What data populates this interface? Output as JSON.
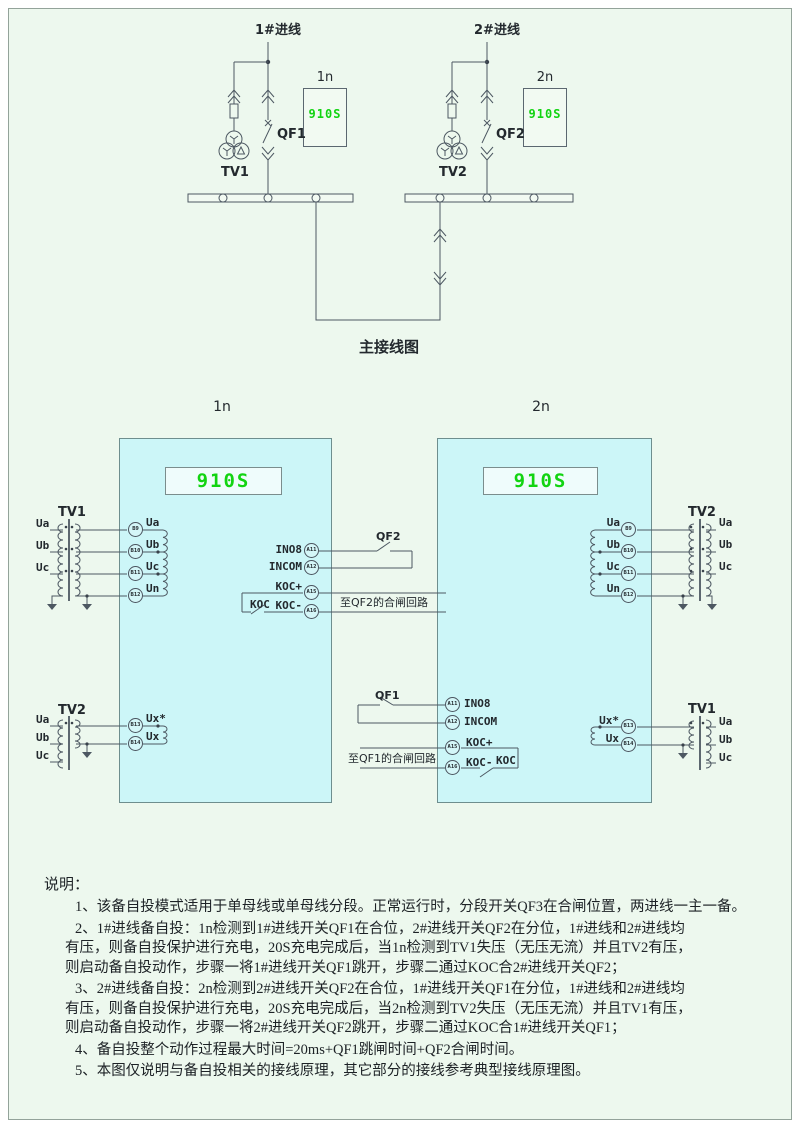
{
  "main": {
    "feeder1": "1#进线",
    "feeder2": "2#进线",
    "qf1": "QF1",
    "qf2": "QF2",
    "tv1": "TV1",
    "tv2": "TV2",
    "relay1": "1n",
    "relay2": "2n",
    "model": "910S",
    "title": "主接线图"
  },
  "left_device": {
    "name": "1n",
    "model": "910S",
    "tv_top": {
      "name": "TV1",
      "ua": "Ua",
      "ub": "Ub",
      "uc": "Uc"
    },
    "vt": [
      {
        "id": "B9",
        "ph": "Ua"
      },
      {
        "id": "B10",
        "ph": "Ub"
      },
      {
        "id": "B11",
        "ph": "Uc"
      },
      {
        "id": "B12",
        "ph": "Un"
      }
    ],
    "io": [
      {
        "id": "A11",
        "label": "INO8"
      },
      {
        "id": "A12",
        "label": "INCOM"
      },
      {
        "id": "A15",
        "label": "KOC+"
      },
      {
        "id": "A16",
        "label": "KOC-"
      }
    ],
    "koc": "KOC",
    "contact": "QF2",
    "note": "至QF2的合闸回路",
    "tv_bottom": {
      "name": "TV2",
      "ua": "Ua",
      "ub": "Ub",
      "uc": "Uc",
      "t1": {
        "id": "B13",
        "label": "Ux*"
      },
      "t2": {
        "id": "B14",
        "label": "Ux"
      }
    }
  },
  "right_device": {
    "name": "2n",
    "model": "910S",
    "tv_top": {
      "name": "TV2",
      "ua": "Ua",
      "ub": "Ub",
      "uc": "Uc"
    },
    "vt": [
      {
        "id": "B9",
        "ph": "Ua"
      },
      {
        "id": "B10",
        "ph": "Ub"
      },
      {
        "id": "B11",
        "ph": "Uc"
      },
      {
        "id": "B12",
        "ph": "Un"
      }
    ],
    "io": [
      {
        "id": "A11",
        "label": "INO8"
      },
      {
        "id": "A12",
        "label": "INCOM"
      },
      {
        "id": "A15",
        "label": "KOC+"
      },
      {
        "id": "A16",
        "label": "KOC-"
      }
    ],
    "koc": "KOC",
    "contact": "QF1",
    "note": "至QF1的合闸回路",
    "tv_bottom": {
      "name": "TV1",
      "ua": "Ua",
      "ub": "Ub",
      "uc": "Uc",
      "t1": {
        "id": "B13",
        "label": "Ux*"
      },
      "t2": {
        "id": "B14",
        "label": "Ux"
      }
    }
  },
  "notes": {
    "heading": "说明：",
    "items": [
      {
        "lines": [
          "1、该备自投模式适用于单母线或单母线分段。正常运行时，分段开关QF3在合闸位置，两进线一主一备。"
        ]
      },
      {
        "lines": [
          "2、1#进线备自投：1n检测到1#进线开关QF1在合位，2#进线开关QF2在分位，1#进线和2#进线均",
          "有压，则备自投保护进行充电，20S充电完成后，当1n检测到TV1失压（无压无流）并且TV2有压，",
          "则启动备自投动作，步骤一将1#进线开关QF1跳开，步骤二通过KOC合2#进线开关QF2；"
        ]
      },
      {
        "lines": [
          "3、2#进线备自投：2n检测到2#进线开关QF2在合位，1#进线开关QF1在分位，1#进线和2#进线均",
          "有压，则备自投保护进行充电，20S充电完成后，当2n检测到TV2失压（无压无流）并且TV1有压，",
          "则启动备自投动作，步骤一将2#进线开关QF2跳开，步骤二通过KOC合1#进线开关QF1；"
        ]
      },
      {
        "lines": [
          "4、备自投整个动作过程最大时间=20ms+QF1跳闸时间+QF2合闸时间。"
        ]
      },
      {
        "lines": [
          "5、本图仅说明与备自投相关的接线原理，其它部分的接线参考典型接线原理图。"
        ]
      }
    ]
  },
  "colors": {
    "background": "#edf8ee",
    "device_box": "#ccf6f8",
    "model_green": "#12d412",
    "line": "#4d5862"
  }
}
